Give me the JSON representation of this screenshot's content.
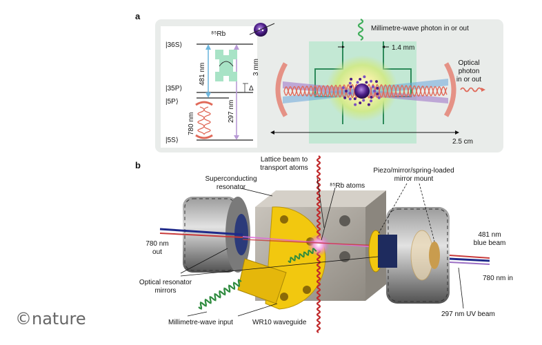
{
  "panel_a": {
    "label": "a",
    "energy_levels": {
      "rb": "⁸⁵Rb",
      "s36": "|36S⟩",
      "p35": "|35P⟩",
      "p5": "|5P⟩",
      "s5": "|5S⟩",
      "nm481": "481 nm",
      "nm297": "297 nm",
      "nm780": "780 nm",
      "delta": "Δ",
      "mm3": "3 mm"
    },
    "mm_photon": "Millimetre-wave photon in or out",
    "width_14": "1.4 mm",
    "optical_photon_1": "Optical",
    "optical_photon_2": "photon",
    "optical_photon_3": "in or out",
    "length_25": "2.5 cm"
  },
  "panel_b": {
    "label": "b",
    "lattice_1": "Lattice beam to",
    "lattice_2": "transport atoms",
    "sc_res_1": "Superconducting",
    "sc_res_2": "resonator",
    "rb_atoms": "⁸⁵Rb atoms",
    "piezo_1": "Piezo/mirror/spring-loaded",
    "piezo_2": "mirror mount",
    "out780_1": "780 nm",
    "out780_2": "out",
    "blue481_1": "481 nm",
    "blue481_2": "blue beam",
    "opt_mirrors_1": "Optical resonator",
    "opt_mirrors_2": "mirrors",
    "in780": "780 nm in",
    "mm_input": "Millimetre-wave input",
    "wr10": "WR10 waveguide",
    "uv297": "297 nm UV beam"
  },
  "logo": "©nature",
  "colors": {
    "panel_bg": "#e9ecea",
    "resonator_green": "#8fd9b6",
    "cavity_red": "#e06a5a",
    "beam_purple": "#9b6fc4",
    "beam_blue": "#6aa8d8",
    "waveguide_yellow": "#f2c80f",
    "block_gray": "#a9a49c"
  }
}
